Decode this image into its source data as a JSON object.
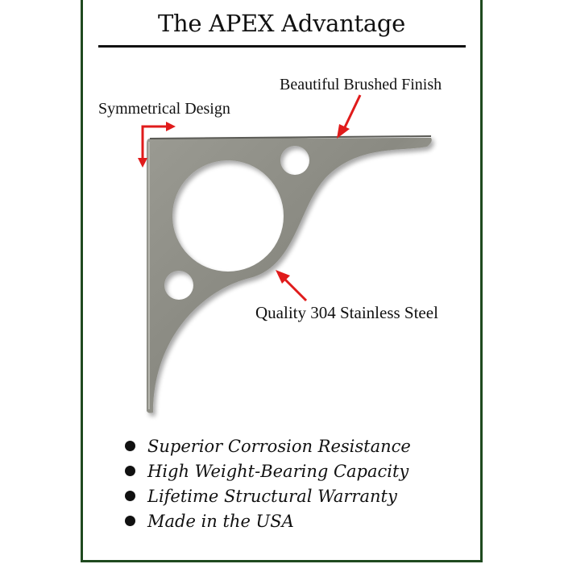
{
  "title": "The APEX Advantage",
  "colors": {
    "frame_border": "#1f4a1f",
    "arrow": "#e01b1b",
    "steel": "#8e8e86",
    "text": "#111111"
  },
  "callouts": [
    {
      "id": "symmetrical",
      "label": "Symmetrical Design",
      "icon": "corner-arrow-icon"
    },
    {
      "id": "finish",
      "label": "Beautiful Brushed Finish",
      "icon": "arrow-down-left-icon"
    },
    {
      "id": "steel",
      "label": "Quality 304 Stainless Steel",
      "icon": "arrow-up-left-icon"
    }
  ],
  "product_image": {
    "subject": "stainless steel shelf bracket",
    "icon": "shelf-bracket-illustration"
  },
  "features": [
    "Superior Corrosion Resistance",
    "High Weight-Bearing Capacity",
    "Lifetime Structural Warranty",
    "Made in the USA"
  ]
}
